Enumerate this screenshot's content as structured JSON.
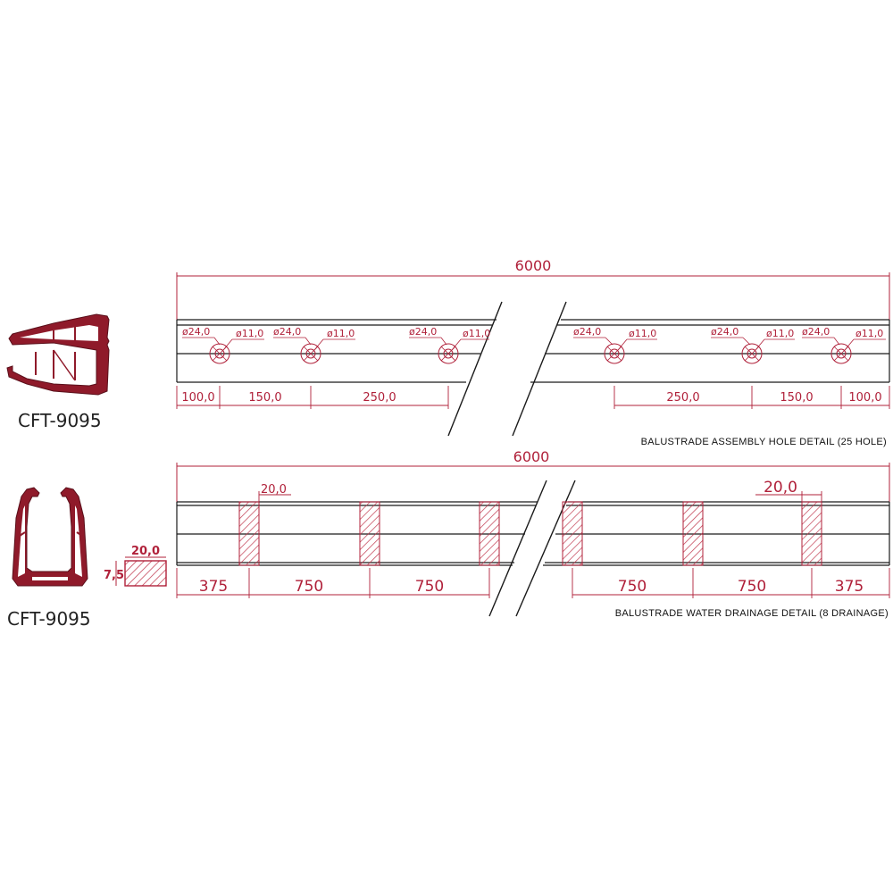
{
  "profile_codes": {
    "top": "CFT-9095",
    "bottom": "CFT-9095"
  },
  "assembly": {
    "total_length": "6000",
    "hole_labels": [
      {
        "outer": "ø24,0",
        "inner": "ø11,0"
      },
      {
        "outer": "ø24,0",
        "inner": "ø11,0"
      },
      {
        "outer": "ø24,0",
        "inner": "ø11,0"
      },
      {
        "outer": "ø24,0",
        "inner": "ø11,0"
      },
      {
        "outer": "ø24,0",
        "inner": "ø11,0"
      },
      {
        "outer": "ø24,0",
        "inner": "ø11,0"
      }
    ],
    "spacing_left": [
      "100,0",
      "150,0",
      "250,0"
    ],
    "spacing_right": [
      "250,0",
      "150,0",
      "100,0"
    ],
    "caption": "BALUSTRADE ASSEMBLY HOLE DETAIL (25 HOLE)"
  },
  "drainage": {
    "total_length": "6000",
    "slot_width_left": "20,0",
    "slot_width_right": "20,0",
    "section_width": "20,0",
    "section_height": "7,5",
    "spacing_left": [
      "375",
      "750",
      "750"
    ],
    "spacing_right": [
      "750",
      "750",
      "375"
    ],
    "caption": "BALUSTRADE WATER DRAINAGE DETAIL (8 DRAINAGE)"
  },
  "colors": {
    "accent": "#b0213a",
    "profile_fill": "#8f1a2a",
    "line": "#1a1a1a"
  }
}
